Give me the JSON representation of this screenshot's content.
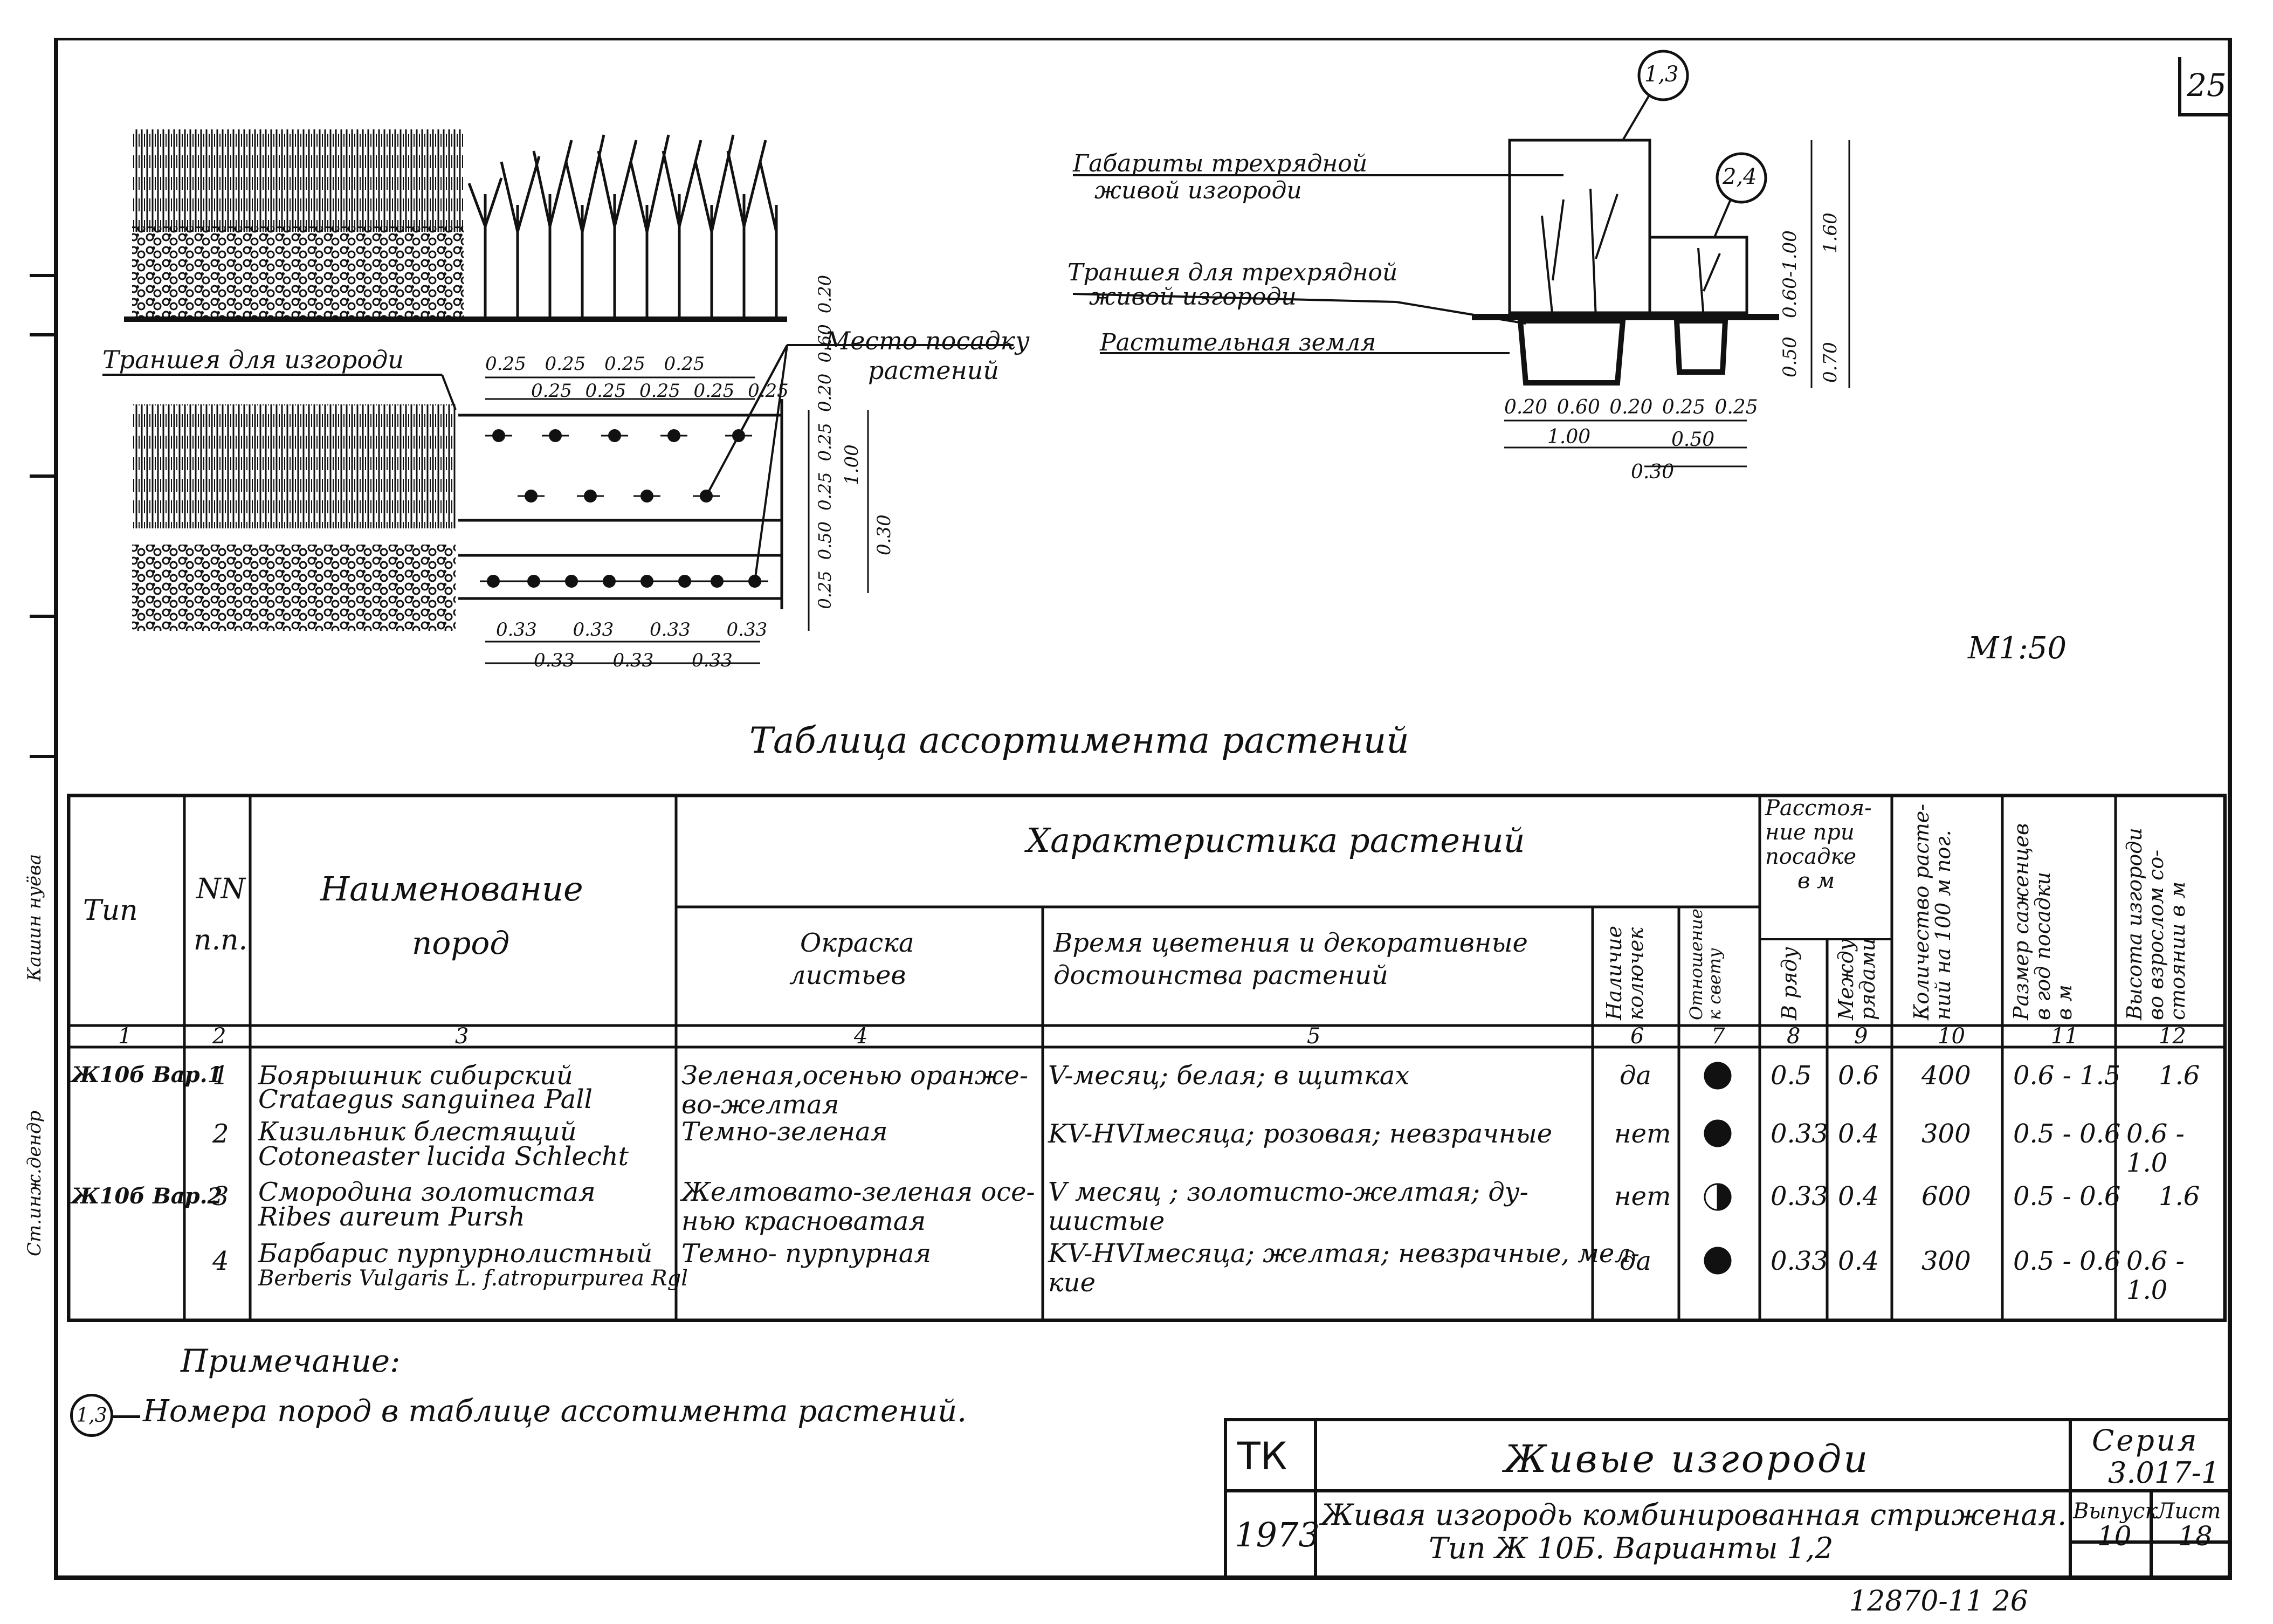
{
  "page": {
    "number": "25",
    "scale": "М1:50",
    "archive_number": "12870-11  26"
  },
  "side_labels": {
    "top": "Кашин нуёва",
    "bottom": "Ст.инж.дендр"
  },
  "plan": {
    "trench_label": "Траншея для изгороди",
    "planting_label_line1": "Место посадку",
    "planting_label_line2": "растений",
    "top_dims_row1": [
      "0.25",
      "0.25",
      "0.25",
      "0.25"
    ],
    "top_dims_row2": [
      "0.25",
      "0.25",
      "0.25",
      "0.25",
      "0.25"
    ],
    "bottom_dims_row1": [
      "0.33",
      "0.33",
      "0.33",
      "0.33"
    ],
    "bottom_dims_row2": [
      "0.33",
      "0.33",
      "0.33"
    ],
    "right_dims": [
      "0.20",
      "0.60",
      "0.20",
      "0.25",
      "0.25",
      "0.50",
      "0.25"
    ],
    "right_dims_outer": [
      "1.00",
      "0.30"
    ]
  },
  "section": {
    "label_dims_line1": "Габариты трехрядной",
    "label_dims_line2": "живой изгороди",
    "label_trench_line1": "Траншея для трехрядной",
    "label_trench_line2": "живой изгороди",
    "label_soil": "Растительная земля",
    "callout_a": "1,3",
    "callout_b": "2,4",
    "vertical_dims": [
      "0.50",
      "0.60-1.00",
      "1.60",
      "0.70"
    ],
    "bottom_dims": [
      "0.20",
      "0.60",
      "0.20",
      "0.25",
      "0.25"
    ],
    "bottom_dims_outer": [
      "1.00",
      "0.50",
      "0.30"
    ]
  },
  "table": {
    "title": "Таблица ассортимента растений",
    "headers": {
      "type": "Тип",
      "nn_1": "NN",
      "nn_2": "п.п.",
      "name_1": "Наименование",
      "name_2": "пород",
      "characteristics": "Характеристика растений",
      "leaf_color_1": "Окраска",
      "leaf_color_2": "листьев",
      "bloom_1": "Время цветения и декоративные",
      "bloom_2": "достоинства растений",
      "thorns": "Наличие\nколючек",
      "light": "Отношение\nк свету",
      "distance_1": "Расстоя-",
      "distance_2": "ние при",
      "distance_3": "посадке",
      "distance_4": "в м",
      "in_row": "В ряду",
      "between_rows": "Между\nрядами",
      "count": "Количество расте-\nний на 100 м пог.",
      "size": "Размер саженцев\nв год посадки\nв м",
      "height": "Высота изгороди\nво взрослом со-\nстоянии в м"
    },
    "col_numbers": [
      "1",
      "2",
      "3",
      "4",
      "5",
      "6",
      "7",
      "8",
      "9",
      "10",
      "11",
      "12"
    ],
    "rows": [
      {
        "type": "Ж10б Вар.1",
        "nn": "1",
        "name_ru": "Боярышник сибирский",
        "name_lat": "Crataegus sanguinea Pall",
        "color": "Зеленая,осенью оранже-\nво-желтая",
        "bloom": "V-месяц; белая; в щитках",
        "thorns": "да",
        "light": "full",
        "in_row": "0.5",
        "between": "0.6",
        "count": "400",
        "size": "0.6 - 1.5",
        "height": "1.6"
      },
      {
        "type": "",
        "nn": "2",
        "name_ru": "Кизильник блестящий",
        "name_lat": "Cotoneaster lucida Schlecht",
        "color": "Темно-зеленая",
        "bloom": "KV-HVIмесяца; розовая; невзрачные",
        "thorns": "нет",
        "light": "full",
        "in_row": "0.33",
        "between": "0.4",
        "count": "300",
        "size": "0.5 - 0.6",
        "height": "0.6 - 1.0"
      },
      {
        "type": "Ж10б Вар.2",
        "nn": "3",
        "name_ru": "Смородина золотистая",
        "name_lat": "Ribes aureum Pursh",
        "color": "Желтовато-зеленая осе-\nнью красноватая",
        "bloom": "V месяц ; золотисто-желтая; ду-\nшистые",
        "thorns": "нет",
        "light": "half",
        "in_row": "0.33",
        "between": "0.4",
        "count": "600",
        "size": "0.5 - 0.6",
        "height": "1.6"
      },
      {
        "type": "",
        "nn": "4",
        "name_ru": "Барбарис пурпурнолистный",
        "name_lat": "Berberis Vulgaris L. f.atropurpurea Rgl",
        "color": "Темно- пурпурная",
        "bloom": "KV-HVIмесяца; желтая; невзрачные, мел-\nкие",
        "thorns": "да",
        "light": "full",
        "in_row": "0.33",
        "between": "0.4",
        "count": "300",
        "size": "0.5 - 0.6",
        "height": "0.6 - 1.0"
      }
    ]
  },
  "note": {
    "heading": "Примечание:",
    "marker": "1,3",
    "text": "Номера пород в таблице ассотимента растений."
  },
  "stamp": {
    "tk": "ТК",
    "year": "1973",
    "title": "Живые изгороди",
    "subtitle_1": "Живая изгородь комбинированная стриженая.",
    "subtitle_2": "Тип Ж 10Б. Варианты 1,2",
    "series_label": "Серия",
    "series_value": "3.017-1",
    "issue_label": "Выпуск",
    "issue_value": "10",
    "sheet_label": "Лист",
    "sheet_value": "18"
  }
}
